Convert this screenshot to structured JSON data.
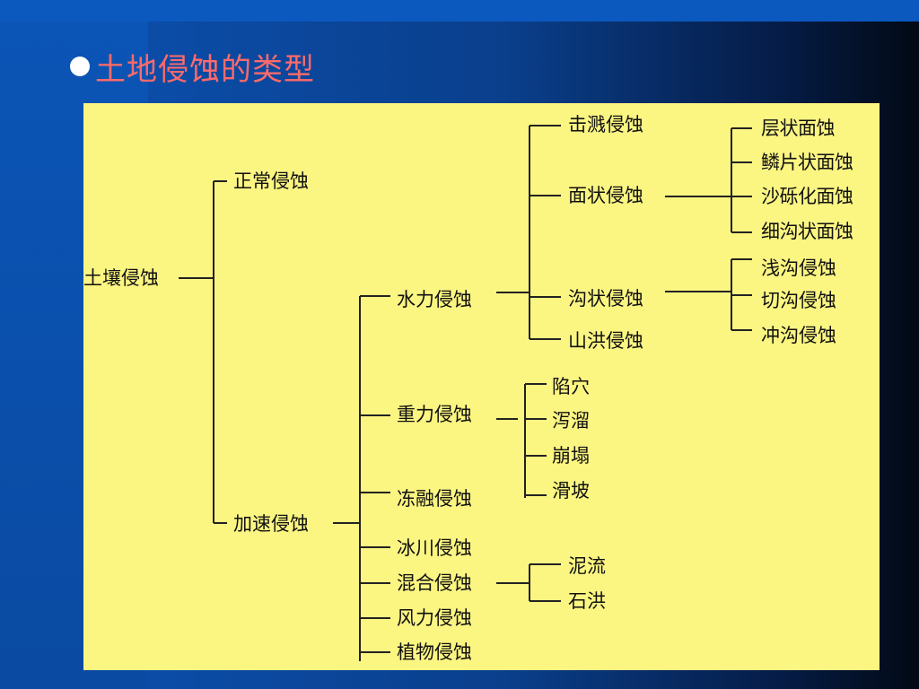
{
  "slide": {
    "title": "土地侵蚀的类型"
  },
  "diagram": {
    "root": "土壤侵蚀",
    "level1": {
      "normal": "正常侵蚀",
      "accelerated": "加速侵蚀"
    },
    "accelerated_children": {
      "water": "水力侵蚀",
      "gravity": "重力侵蚀",
      "freeze_thaw": "冻融侵蚀",
      "glacier": "冰川侵蚀",
      "mixed": "混合侵蚀",
      "wind": "风力侵蚀",
      "plant": "植物侵蚀"
    },
    "water_children": {
      "splash": "击溅侵蚀",
      "sheet": "面状侵蚀",
      "gully": "沟状侵蚀",
      "flood": "山洪侵蚀"
    },
    "sheet_children": {
      "layer": "层状面蚀",
      "scale": "鳞片状面蚀",
      "gravel": "沙砾化面蚀",
      "rill": "细沟状面蚀"
    },
    "gully_children": {
      "shallow": "浅沟侵蚀",
      "cut": "切沟侵蚀",
      "wash": "冲沟侵蚀"
    },
    "gravity_children": {
      "collapse": "陷穴",
      "slump": "泻溜",
      "landslip": "崩塌",
      "landslide": "滑坡"
    },
    "mixed_children": {
      "mudflow": "泥流",
      "rockflow": "石洪"
    }
  }
}
